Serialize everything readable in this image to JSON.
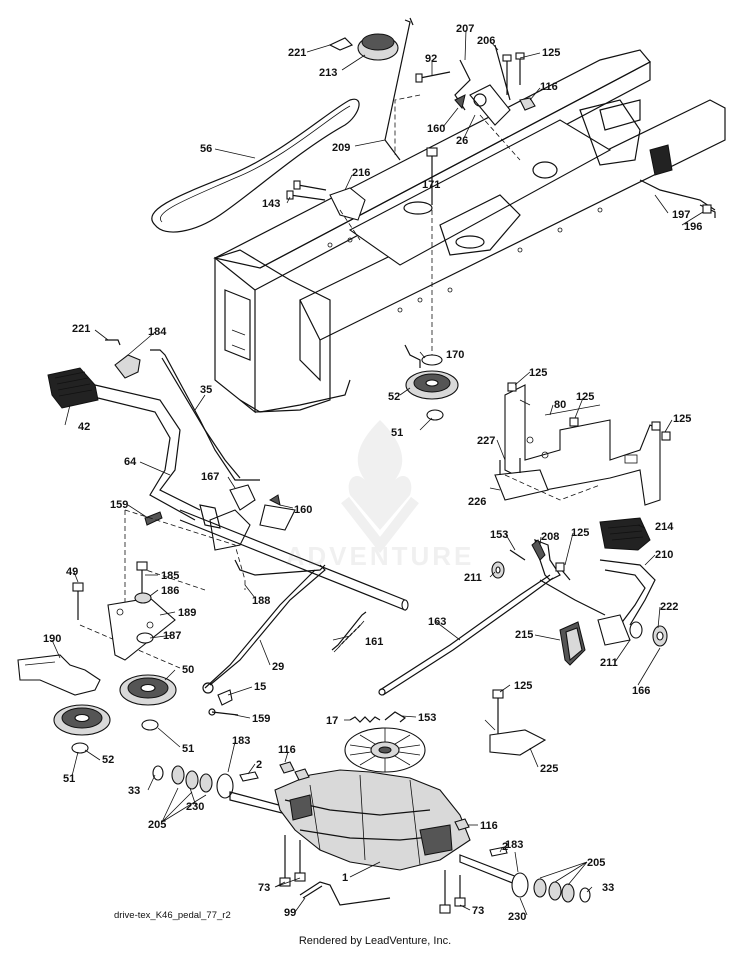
{
  "diagram_id": "drive-tex_K46_pedal_77_r2",
  "credit": "Rendered by LeadVenture, Inc.",
  "watermark": "ADVENTURE",
  "parts": [
    {
      "id": "p221a",
      "label": "221"
    },
    {
      "id": "p213",
      "label": "213"
    },
    {
      "id": "p207",
      "label": "207"
    },
    {
      "id": "p92",
      "label": "92"
    },
    {
      "id": "p206",
      "label": "206"
    },
    {
      "id": "p125a",
      "label": "125"
    },
    {
      "id": "p116a",
      "label": "116"
    },
    {
      "id": "p56",
      "label": "56"
    },
    {
      "id": "p160a",
      "label": "160"
    },
    {
      "id": "p26",
      "label": "26"
    },
    {
      "id": "p209",
      "label": "209"
    },
    {
      "id": "p171",
      "label": "171"
    },
    {
      "id": "p216",
      "label": "216"
    },
    {
      "id": "p143",
      "label": "143"
    },
    {
      "id": "p197",
      "label": "197"
    },
    {
      "id": "p196",
      "label": "196"
    },
    {
      "id": "p221b",
      "label": "221"
    },
    {
      "id": "p184",
      "label": "184"
    },
    {
      "id": "p170",
      "label": "170"
    },
    {
      "id": "p35",
      "label": "35"
    },
    {
      "id": "p125b",
      "label": "125"
    },
    {
      "id": "p52a",
      "label": "52"
    },
    {
      "id": "p80",
      "label": "80"
    },
    {
      "id": "p125c",
      "label": "125"
    },
    {
      "id": "p125d",
      "label": "125"
    },
    {
      "id": "p42",
      "label": "42"
    },
    {
      "id": "p51a",
      "label": "51"
    },
    {
      "id": "p227",
      "label": "227"
    },
    {
      "id": "p64",
      "label": "64"
    },
    {
      "id": "p167",
      "label": "167"
    },
    {
      "id": "p226",
      "label": "226"
    },
    {
      "id": "p159a",
      "label": "159"
    },
    {
      "id": "p160b",
      "label": "160"
    },
    {
      "id": "p214",
      "label": "214"
    },
    {
      "id": "p153a",
      "label": "153"
    },
    {
      "id": "p208",
      "label": "208"
    },
    {
      "id": "p125e",
      "label": "125"
    },
    {
      "id": "p210",
      "label": "210"
    },
    {
      "id": "p211a",
      "label": "211"
    },
    {
      "id": "p185",
      "label": "185"
    },
    {
      "id": "p49",
      "label": "49"
    },
    {
      "id": "p186",
      "label": "186"
    },
    {
      "id": "p188",
      "label": "188"
    },
    {
      "id": "p189",
      "label": "189"
    },
    {
      "id": "p222",
      "label": "222"
    },
    {
      "id": "p163",
      "label": "163"
    },
    {
      "id": "p215",
      "label": "215"
    },
    {
      "id": "p187",
      "label": "187"
    },
    {
      "id": "p161",
      "label": "161"
    },
    {
      "id": "p211b",
      "label": "211"
    },
    {
      "id": "p190",
      "label": "190"
    },
    {
      "id": "p166",
      "label": "166"
    },
    {
      "id": "p29",
      "label": "29"
    },
    {
      "id": "p50",
      "label": "50"
    },
    {
      "id": "p15",
      "label": "15"
    },
    {
      "id": "p125f",
      "label": "125"
    },
    {
      "id": "p159b",
      "label": "159"
    },
    {
      "id": "p17",
      "label": "17"
    },
    {
      "id": "p153b",
      "label": "153"
    },
    {
      "id": "p51b",
      "label": "51"
    },
    {
      "id": "p183a",
      "label": "183"
    },
    {
      "id": "p225",
      "label": "225"
    },
    {
      "id": "p116b",
      "label": "116"
    },
    {
      "id": "p52b",
      "label": "52"
    },
    {
      "id": "p2a",
      "label": "2"
    },
    {
      "id": "p33a",
      "label": "33"
    },
    {
      "id": "p51c",
      "label": "51"
    },
    {
      "id": "p230a",
      "label": "230"
    },
    {
      "id": "p205a",
      "label": "205"
    },
    {
      "id": "p116c",
      "label": "116"
    },
    {
      "id": "p2b",
      "label": "2"
    },
    {
      "id": "p183b",
      "label": "183"
    },
    {
      "id": "p1",
      "label": "1"
    },
    {
      "id": "p205b",
      "label": "205"
    },
    {
      "id": "p73a",
      "label": "73"
    },
    {
      "id": "p33b",
      "label": "33"
    },
    {
      "id": "p230b",
      "label": "230"
    },
    {
      "id": "p99",
      "label": "99"
    },
    {
      "id": "p73b",
      "label": "73"
    }
  ]
}
